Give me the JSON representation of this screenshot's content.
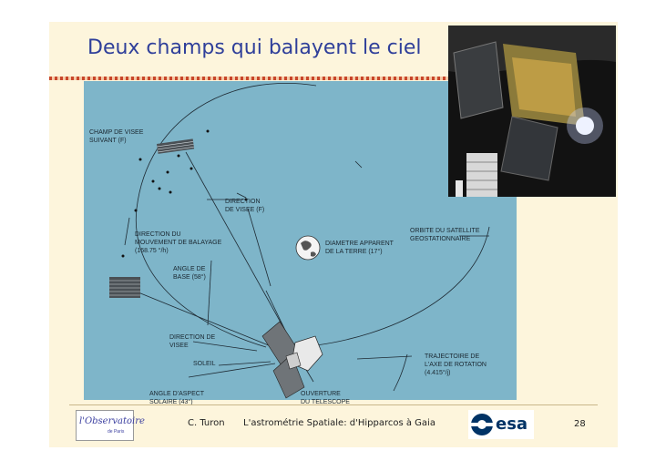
{
  "slide": {
    "title": "Deux champs qui balayent le ciel",
    "footer": {
      "author": "C. Turon",
      "subject": "L'astrométrie Spatiale: d'Hipparcos à Gaia",
      "page": "28"
    },
    "logos": {
      "observatoire": "l'Observatoire",
      "observatoire_sub": "de Paris",
      "esa": "esa"
    }
  },
  "diagram": {
    "labels": {
      "champ_suivant": "CHAMP DE VISEE\nSUIVANT (F)",
      "direction_visee_f": "DIRECTION\nDE VISEE (F)",
      "direction_balayage": "DIRECTION DU\nMOUVEMENT DE BALAYAGE\n(168.75 °/h)",
      "diametre_terre": "DIAMETRE APPARENT\nDE LA TERRE (17°)",
      "orbite": "ORBITE DU SATELLITE\nGEOSTATIONNAIRE",
      "angle_base": "ANGLE DE\nBASE (58°)",
      "direction_visee": "DIRECTION DE\nVISEE",
      "soleil": "SOLEIL",
      "trajectoire": "TRAJECTOIRE DE\nL'AXE DE ROTATION\n(4.415°/j)",
      "angle_aspect": "ANGLE D'ASPECT\nSOLAIRE (43°)",
      "ouverture": "OUVERTURE\nDU TELESCOPE"
    }
  },
  "colors": {
    "title": "#2f3f9a",
    "slide_bg": "#fdf5dc",
    "diagram_bg": "#7eb5c9"
  }
}
